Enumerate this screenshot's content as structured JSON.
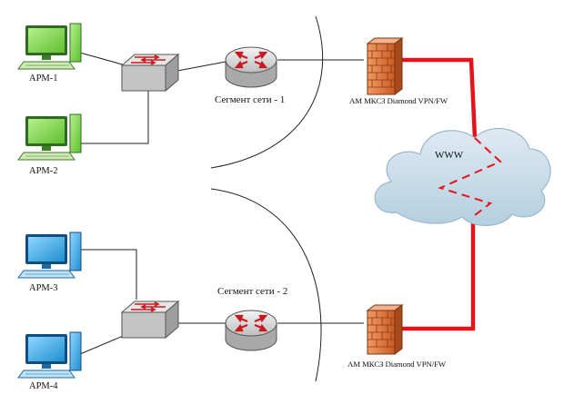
{
  "workstations": [
    {
      "label": "АРМ-1"
    },
    {
      "label": "АРМ-2"
    },
    {
      "label": "АРМ-3"
    },
    {
      "label": "АРМ-4"
    }
  ],
  "segments": [
    {
      "label": "Сегмент сети - 1",
      "firewall_label": "АМ МКСЗ Diamond VPN/FW"
    },
    {
      "label": "Сегмент сети - 2",
      "firewall_label": "АМ МКСЗ Diamond VPN/FW"
    }
  ],
  "cloud": {
    "label": "WWW"
  },
  "colors": {
    "segment1_monitor": "#7ed957",
    "segment2_monitor": "#3aa7e0",
    "link": "#e8121b",
    "cloud": "#c9dde9",
    "firewall": "#e07b45"
  }
}
